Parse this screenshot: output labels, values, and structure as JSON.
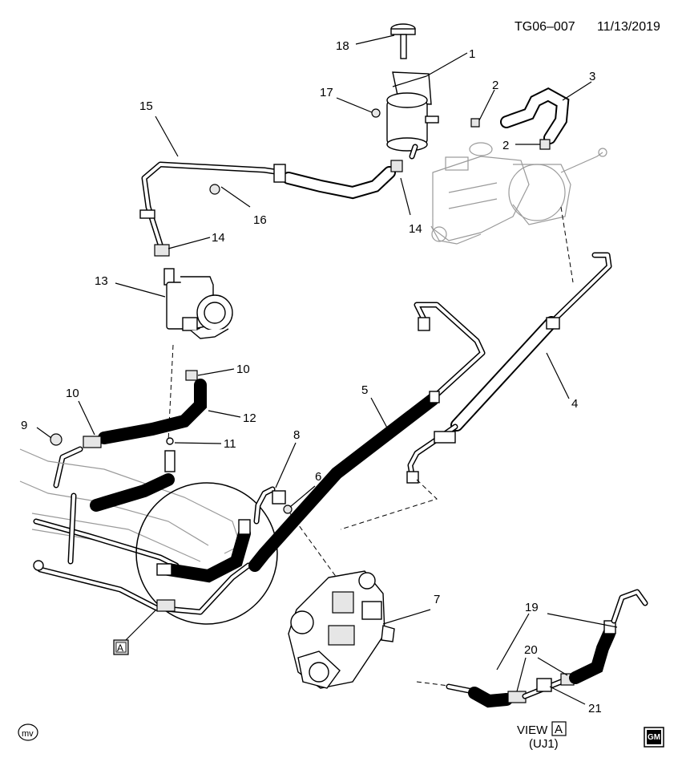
{
  "header": {
    "ref": "TG06–007",
    "date": "11/13/2019"
  },
  "callouts": {
    "c1": "1",
    "c2a": "2",
    "c2b": "2",
    "c3": "3",
    "c4": "4",
    "c5": "5",
    "c6": "6",
    "c7": "7",
    "c8": "8",
    "c9": "9",
    "c10a": "10",
    "c10b": "10",
    "c11": "11",
    "c12": "12",
    "c13": "13",
    "c14a": "14",
    "c14b": "14",
    "c15": "15",
    "c16": "16",
    "c17": "17",
    "c18": "18",
    "c19": "19",
    "c20": "20",
    "c21": "21"
  },
  "view_marker": {
    "letter": "A"
  },
  "view_caption": {
    "word": "VIEW",
    "letter": "A",
    "option": "(UJ1)"
  },
  "footer": {
    "mv_logo": "mv",
    "gm_logo": "GM"
  }
}
